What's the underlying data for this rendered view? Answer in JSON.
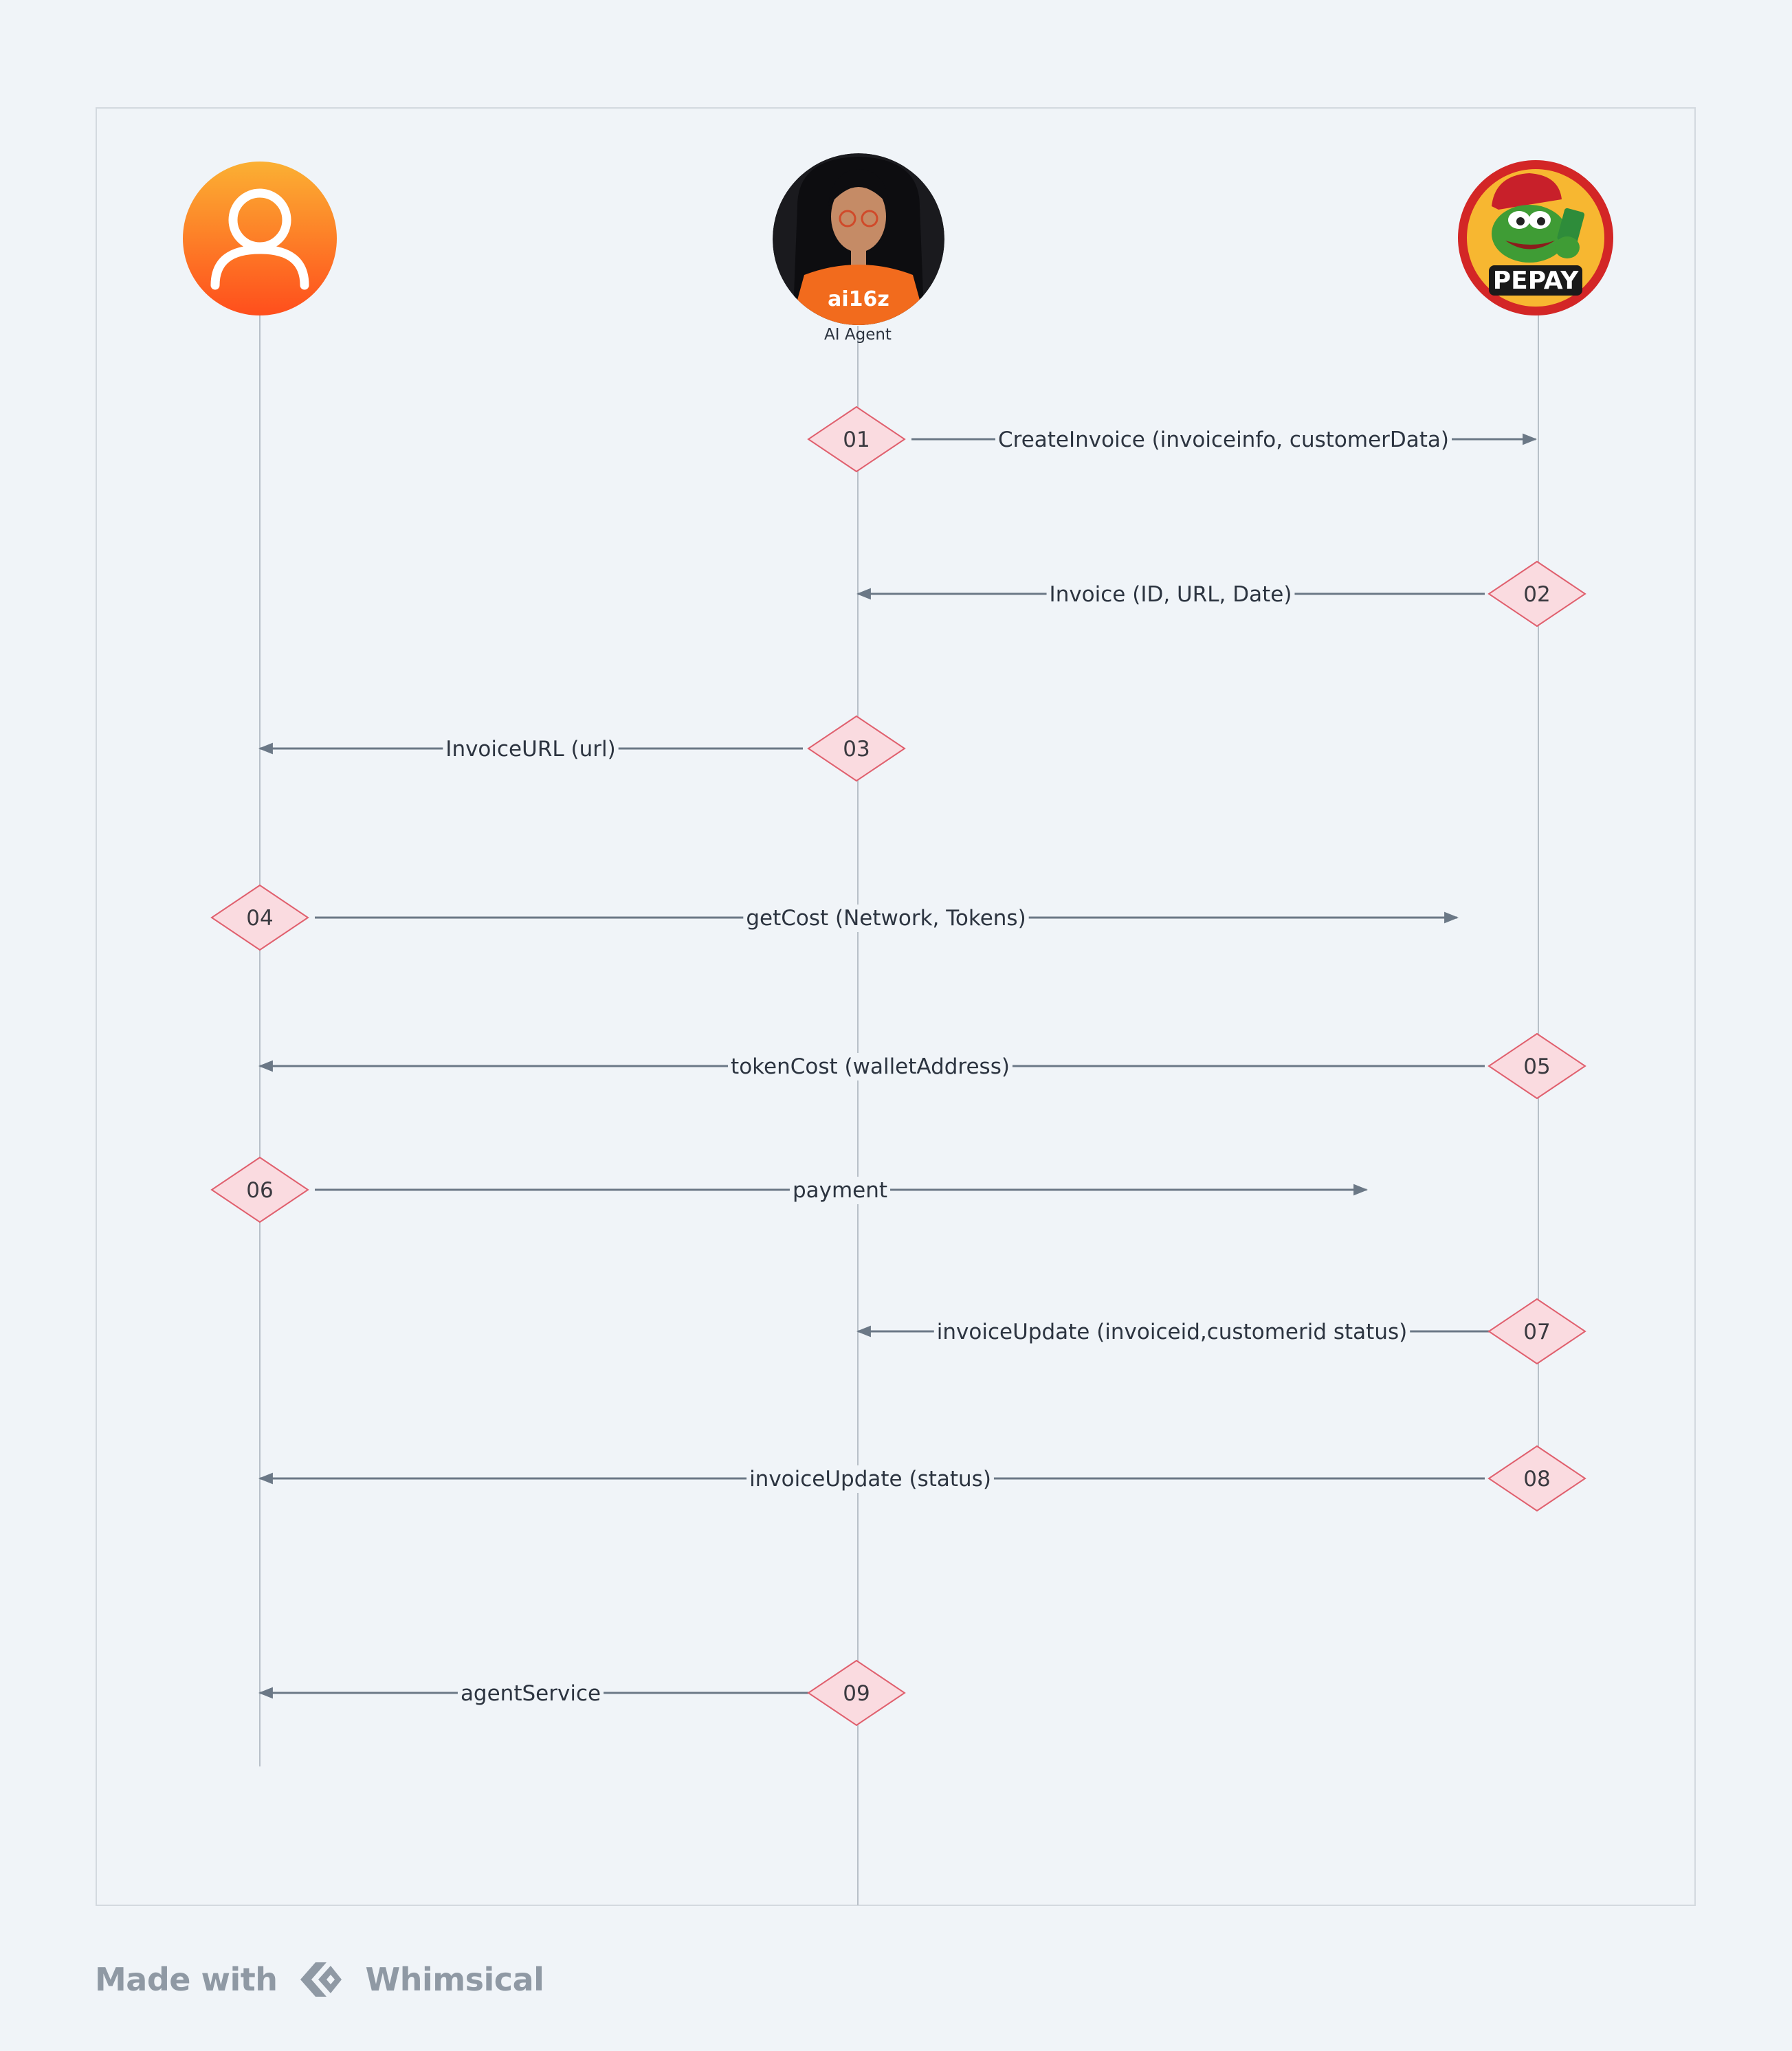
{
  "participants": {
    "user": {
      "icon": "user-avatar-icon",
      "color_top": "#fbb033",
      "color_bottom": "#ff4e1c"
    },
    "agent": {
      "caption": "AI Agent",
      "shirt_text": "ai16z"
    },
    "pepay": {
      "logo_text": "PEPAY",
      "ring_color": "#d32626",
      "fill_color": "#f7b731"
    }
  },
  "steps": [
    {
      "number": "01",
      "label": "CreateInvoice (invoiceinfo, customerData)"
    },
    {
      "number": "02",
      "label": "Invoice (ID, URL, Date)"
    },
    {
      "number": "03",
      "label": "InvoiceURL (url)"
    },
    {
      "number": "04",
      "label": "getCost (Network, Tokens)"
    },
    {
      "number": "05",
      "label": "tokenCost (walletAddress)"
    },
    {
      "number": "06",
      "label": "payment"
    },
    {
      "number": "07",
      "label": "invoiceUpdate (invoiceid,customerid status)"
    },
    {
      "number": "08",
      "label": "invoiceUpdate (status)"
    },
    {
      "number": "09",
      "label": "agentService"
    }
  ],
  "colors": {
    "lifeline": "#b8c0c8",
    "arrow": "#6b7886",
    "step_fill": "#fadbe0",
    "step_stroke": "#e0606e"
  },
  "footer": {
    "made_with": "Made with",
    "brand": "Whimsical"
  }
}
